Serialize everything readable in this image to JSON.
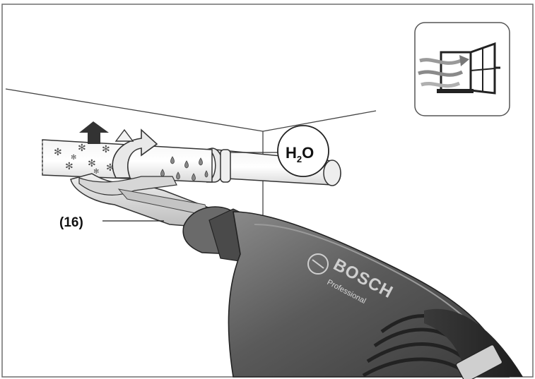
{
  "callout": {
    "label": "(16)"
  },
  "water_label": {
    "main": "H",
    "sub": "2",
    "tail": "O"
  },
  "tool": {
    "brand": "BOSCH",
    "model_line": "Professional"
  },
  "icons": {
    "ventilation": "open-window-ventilation-icon",
    "melting": "snowflake-icon",
    "droplets": "water-drop-icon",
    "airflow": "curved-arrow-icon"
  }
}
